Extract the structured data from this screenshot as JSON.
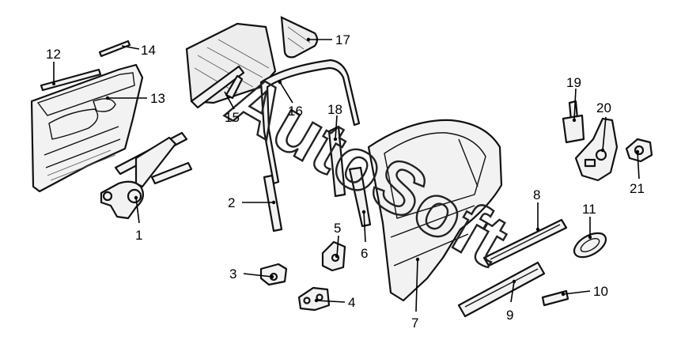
{
  "diagram": {
    "callouts": [
      "1",
      "2",
      "3",
      "4",
      "5",
      "6",
      "7",
      "8",
      "9",
      "10",
      "11",
      "12",
      "13",
      "14",
      "15",
      "16",
      "17",
      "18",
      "19",
      "20",
      "21"
    ]
  },
  "watermark": {
    "text": "AutoSoft"
  },
  "colors": {
    "line": "#111111",
    "part_fill": "#f2f2f2",
    "background": "#ffffff"
  }
}
